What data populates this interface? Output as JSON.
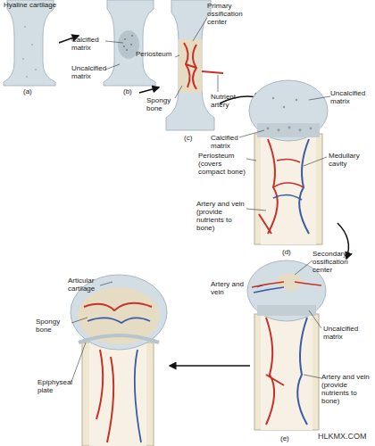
{
  "diagram": {
    "labels": [
      "Hyaline cartilage",
      "Calcified matrix",
      "Uncalcified matrix",
      "(a)",
      "(b)",
      "Periosteum",
      "Primary ossification center",
      "Spongy bone",
      "Nutrient artery",
      "(c)",
      "Uncalcified matrix",
      "Calcified matrix",
      "Periosteum (covers compact bone)",
      "Medullary cavity",
      "Artery and vein (provide nutrients to bone)",
      "(d)",
      "Secondary ossification center",
      "Artery and vein",
      "Uncalcified matrix",
      "Artery and vein (provide nutrients to bone)",
      "(e)",
      "Articular cartilage",
      "Spongy bone",
      "Epiphyseal plate",
      "HLKMX.COM"
    ]
  }
}
